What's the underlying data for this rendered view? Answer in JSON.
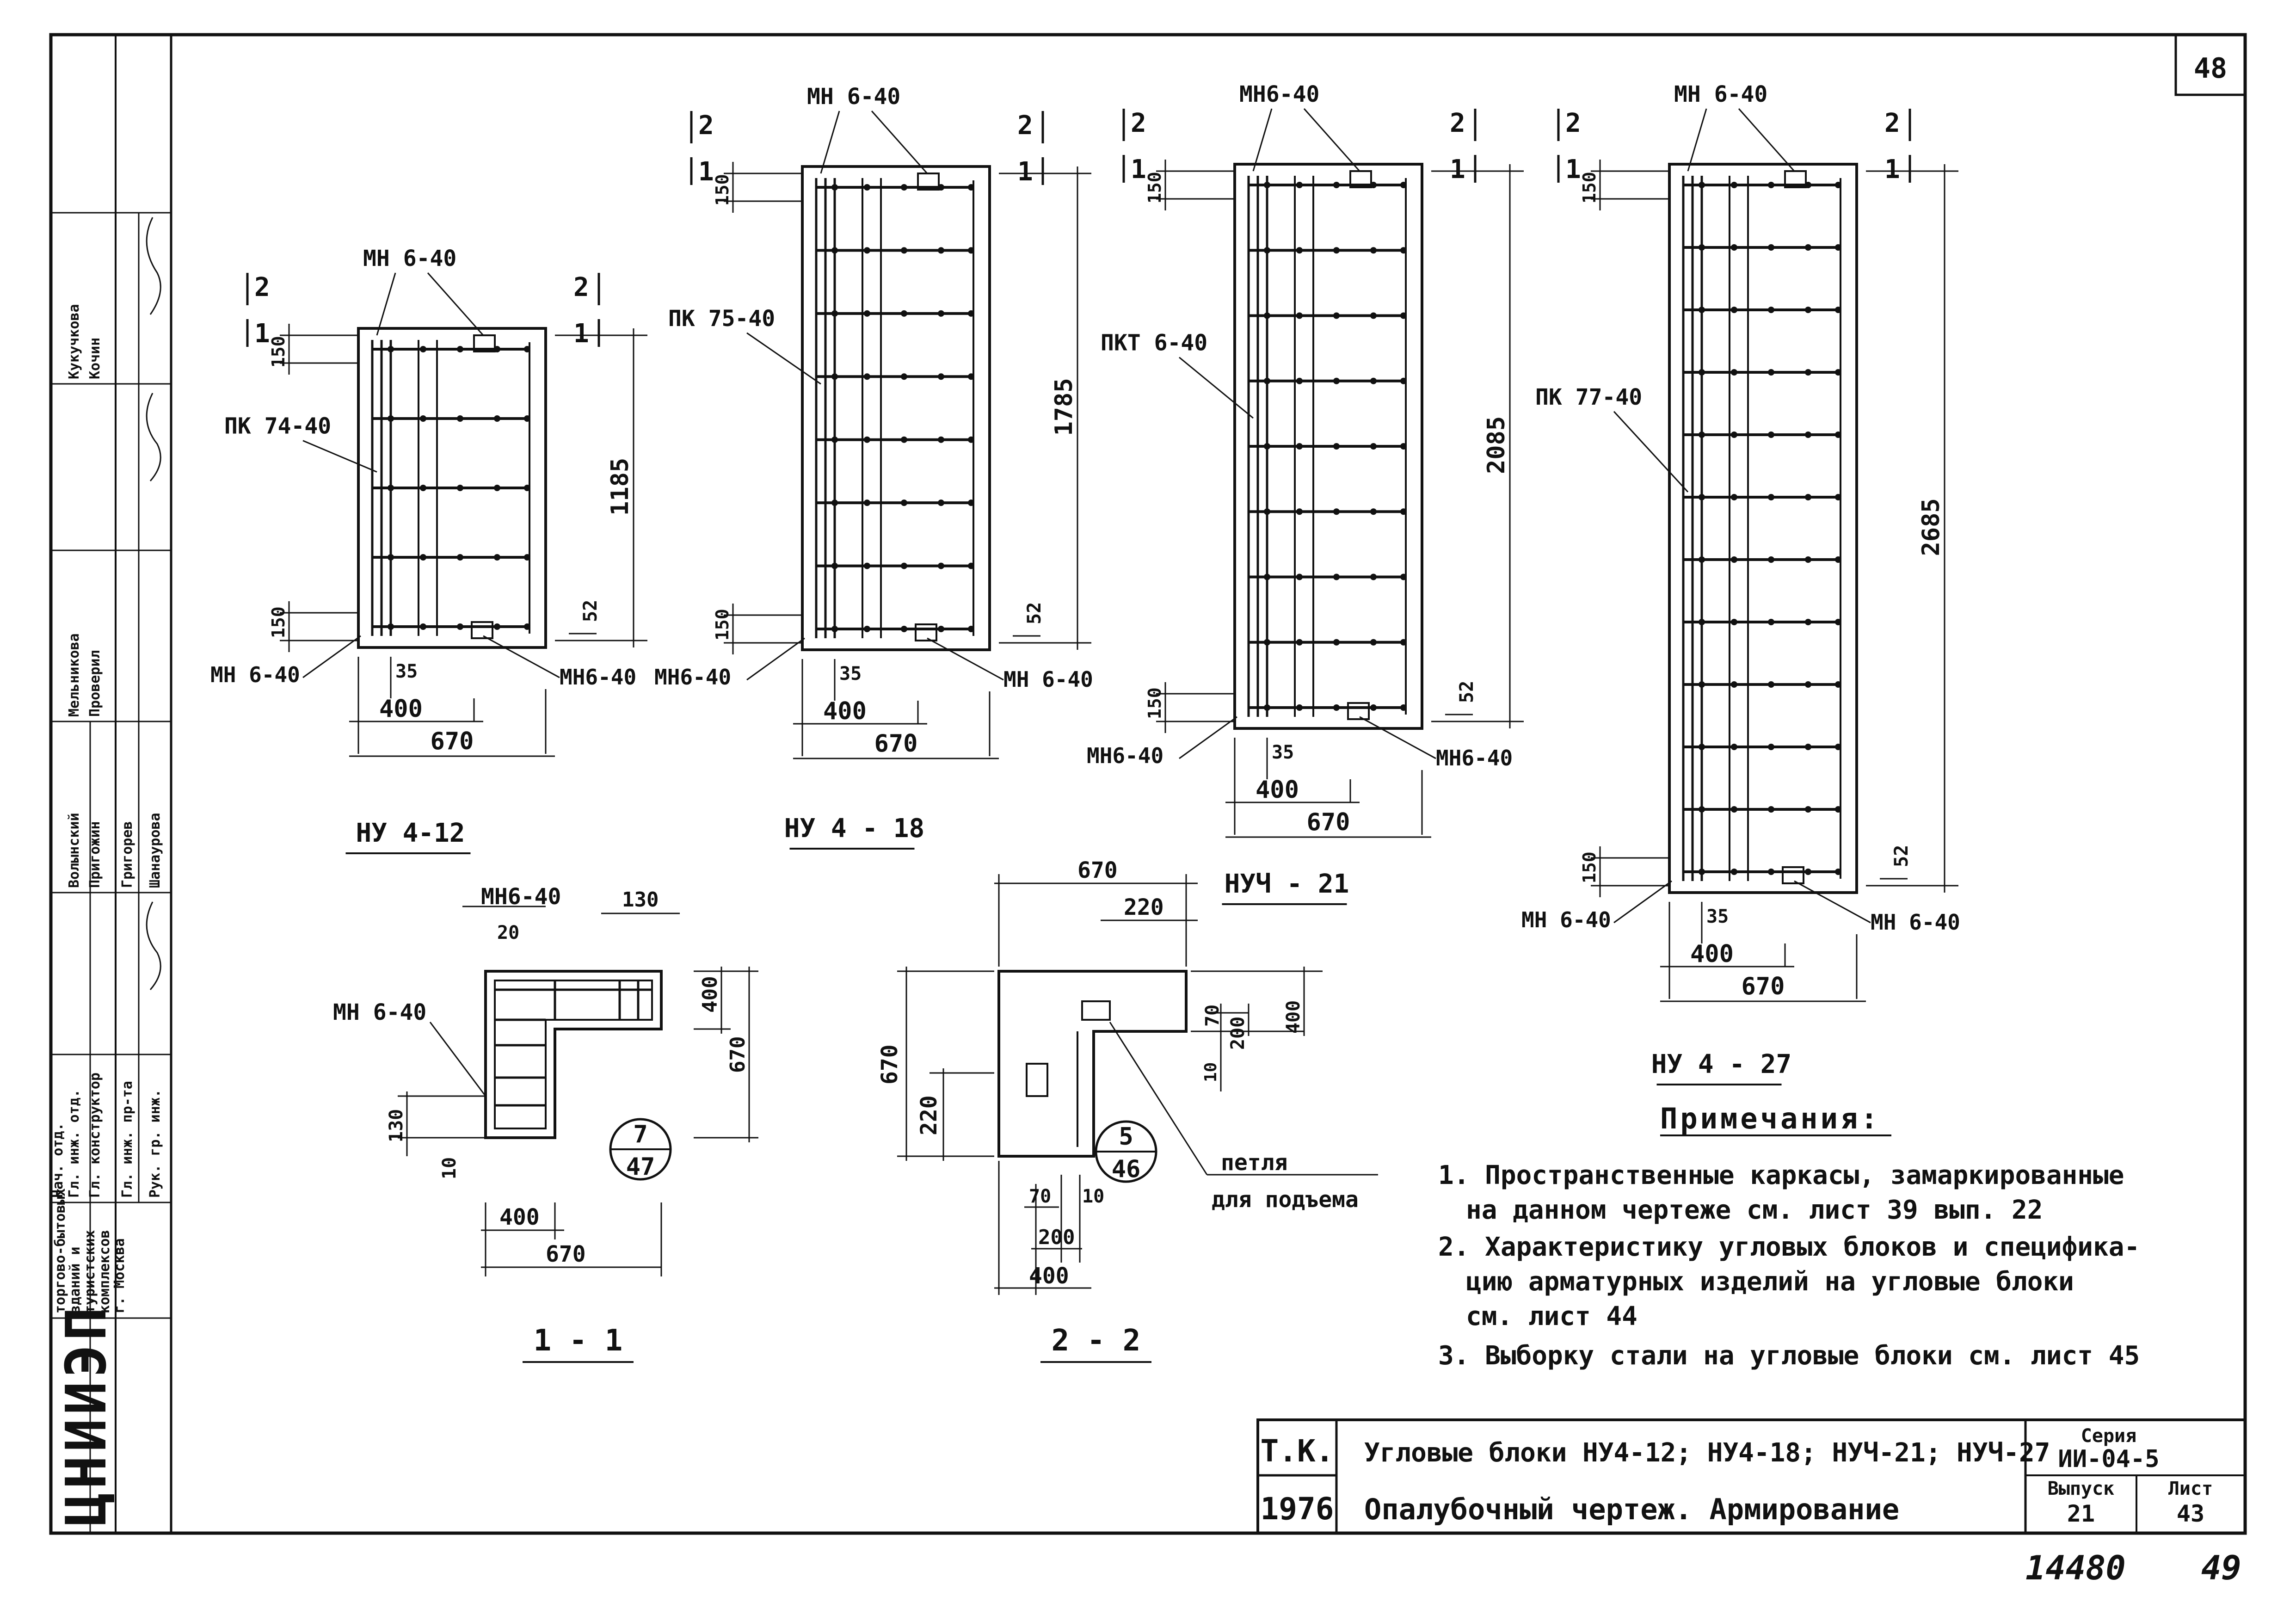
{
  "sheet_number": "48",
  "page_number": "49",
  "handwritten_number": "14480",
  "blocks": [
    {
      "name": "НУ 4-12",
      "height": "1185",
      "cage": "ПК 74-40",
      "loop_top": "МН 6-40",
      "loop_left": "МН 6-40",
      "loop_right": "МН6-40",
      "dims": {
        "top": "150",
        "bottom": "150",
        "cover": "52",
        "offset": "35",
        "inner": "400",
        "width": "670"
      },
      "cut1": "1",
      "cut2": "2"
    },
    {
      "name": "НУ 4 - 18",
      "height": "1785",
      "cage": "ПК 75-40",
      "loop_top": "МН 6-40",
      "loop_left": "МН6-40",
      "loop_right": "МН 6-40",
      "dims": {
        "top": "150",
        "bottom": "150",
        "cover": "52",
        "offset": "35",
        "inner": "400",
        "width": "670"
      },
      "cut1": "1",
      "cut2": "2"
    },
    {
      "name": "НУЧ - 21",
      "height": "2085",
      "cage": "ПКТ 6-40",
      "loop_top": "МН6-40",
      "loop_left": "МН6-40",
      "loop_right": "МН6-40",
      "dims": {
        "top": "150",
        "bottom": "150",
        "cover": "52",
        "offset": "35",
        "inner": "400",
        "width": "670"
      },
      "cut1": "1",
      "cut2": "2"
    },
    {
      "name": "НУ 4 - 27",
      "height": "2685",
      "cage": "ПК 77-40",
      "loop_top": "МН 6-40",
      "loop_left": "МН 6-40",
      "loop_right": "МН 6-40",
      "dims": {
        "top": "150",
        "bottom": "150",
        "cover": "52",
        "offset": "35",
        "inner": "400",
        "width": "670"
      },
      "cut1": "1",
      "cut2": "2"
    }
  ],
  "section_1_1": {
    "title": "1 - 1",
    "loop_top": "МН6-40",
    "loop_left": "МН 6-40",
    "dims": {
      "d20": "20",
      "d130": "130",
      "d400v": "400",
      "d670v": "670",
      "d130b": "130",
      "d10": "10",
      "d400": "400",
      "d670": "670"
    },
    "ref_top": "7",
    "ref_bottom": "47"
  },
  "section_2_2": {
    "title": "2 - 2",
    "loop_label_1": "петля",
    "loop_label_2": "для подъема",
    "dims": {
      "d670top": "670",
      "d220top": "220",
      "d670left": "670",
      "d220left": "220",
      "d70r": "70",
      "d200r": "200",
      "d400r": "400",
      "d10r": "10",
      "d70b": "70",
      "d10b": "10",
      "d200b": "200",
      "d400b": "400"
    },
    "ref_top": "5",
    "ref_bottom": "46"
  },
  "notes": {
    "heading": "Примечания:",
    "lines": [
      "1. Пространственные каркасы, замаркированные",
      "на данном чертеже см. лист 39 вып. 22",
      "2. Характеристику угловых блоков и специфика-",
      "цию арматурных изделий на угловые блоки",
      "см. лист 44",
      "3. Выборку стали на угловые блоки см. лист 45"
    ]
  },
  "title_block": {
    "tk": "Т.К.",
    "year": "1976",
    "title_1": "Угловые блоки НУ4-12; НУ4-18; НУЧ-21; НУЧ-27",
    "title_2": "Опалубочный чертеж. Армирование",
    "series_label": "Серия",
    "series_value": "ИИ-04-5",
    "issue_label": "Выпуск",
    "issue_value": "21",
    "sheet_label": "Лист",
    "sheet_value": "43"
  },
  "stamp": {
    "org": "ЦНИИЭП",
    "org_full": [
      "торгово-бытовых",
      "зданий и",
      "туристских",
      "комплексов",
      "г. Москва"
    ],
    "roles": [
      "Нач. отд.",
      "Гл. инж. отд.",
      "Гл. конструктор",
      "Гл. инж. пр-та",
      "Рук. гр. инж."
    ],
    "names": [
      "Кукучкова",
      "Кочин",
      "Мельникова",
      "Проверил",
      "Волынский",
      "Пригожин",
      "Григорев",
      "Шанаурова"
    ]
  }
}
